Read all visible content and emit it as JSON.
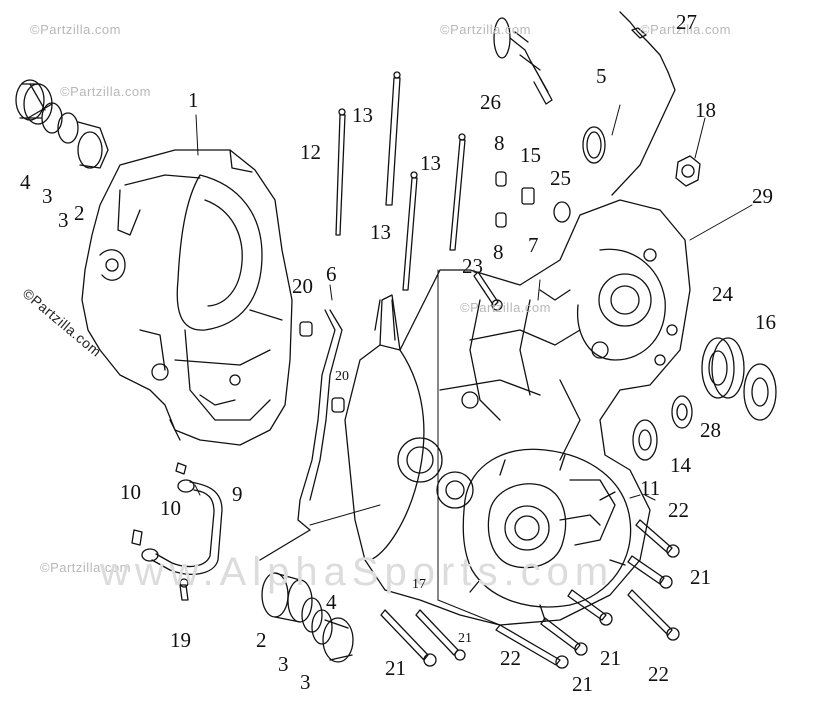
{
  "watermark": {
    "small": "©Partzilla.com",
    "side": "©Partzilla.com",
    "big": "www.AlphaSports.com"
  },
  "callouts": {
    "c1": "1",
    "c2a": "2",
    "c3a": "3",
    "c3b": "3",
    "c4a": "4",
    "c5": "5",
    "c6": "6",
    "c7": "7",
    "c8a": "8",
    "c8b": "8",
    "c9": "9",
    "c10a": "10",
    "c10b": "10",
    "c11": "11",
    "c12": "12",
    "c13a": "13",
    "c13b": "13",
    "c13c": "13",
    "c14": "14",
    "c15": "15",
    "c16": "16",
    "c17": "17",
    "c18": "18",
    "c19": "19",
    "c20a": "20",
    "c20b": "20",
    "c21a": "21",
    "c21b": "21",
    "c21c": "21",
    "c21d": "21",
    "c21e": "21",
    "c22a": "22",
    "c22b": "22",
    "c22c": "22",
    "c23": "23",
    "c24": "24",
    "c25": "25",
    "c26": "26",
    "c27": "27",
    "c28": "28",
    "c29": "29",
    "c2b": "2",
    "c3c": "3",
    "c3d": "3",
    "c4b": "4"
  }
}
